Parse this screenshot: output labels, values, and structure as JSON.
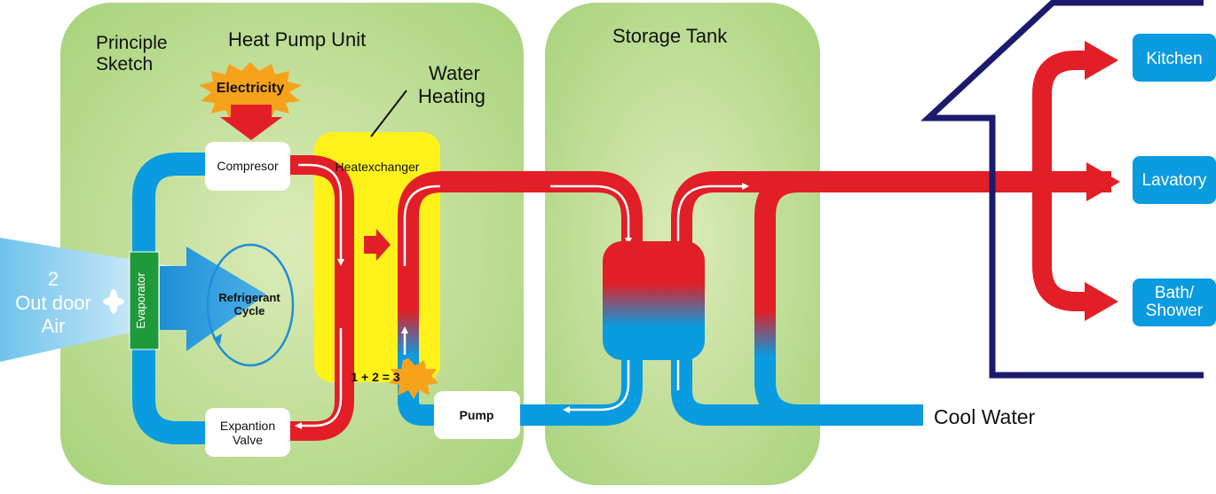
{
  "panels": {
    "heat_pump_title": "Heat Pump Unit",
    "principle_line1": "Principle",
    "principle_line2": "Sketch",
    "storage_tank_title": "Storage Tank"
  },
  "labels": {
    "electricity": "Electricity",
    "water_heating_line1": "Water",
    "water_heating_line2": "Heating",
    "heatexchanger": "Heatexchanger",
    "compresor": "Compresor",
    "expantion_line1": "Expantion",
    "expantion_line2": "Valve",
    "evaporator": "Evaporator",
    "refrigerant_line1": "Refrigerant",
    "refrigerant_line2": "Cycle",
    "outdoor_line1": "2",
    "outdoor_line2": "Out door",
    "outdoor_line3": "Air",
    "equation": "1 + 2 = 3",
    "pump": "Pump",
    "cool_water": "Cool Water"
  },
  "destinations": {
    "kitchen": "Kitchen",
    "lavatory": "Lavatory",
    "bath_line1": "Bath/",
    "bath_line2": "Shower"
  },
  "colors": {
    "panel_green": "#b5d98a",
    "hot_red": "#e21e26",
    "cold_blue": "#0a9be0",
    "yellow": "#fff21a",
    "house_navy": "#1c1a6e",
    "dest_blue": "#0a9be0",
    "evaporator_green": "#1f9a3a"
  }
}
